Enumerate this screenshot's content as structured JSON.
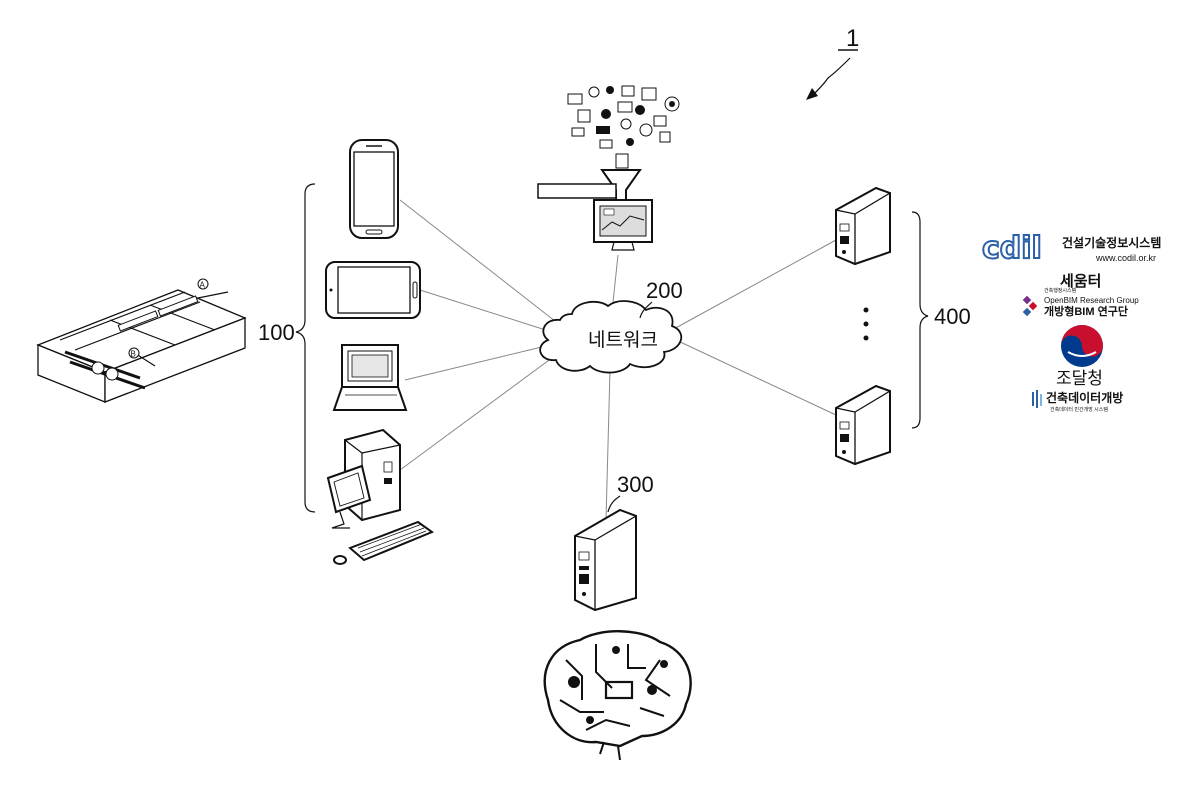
{
  "figure_number": "1",
  "labels": {
    "terminals": "100",
    "network_ref": "200",
    "network_text": "네트워크",
    "server": "300",
    "ext_servers": "400",
    "marker_a": "A",
    "marker_b": "B"
  },
  "logos": {
    "cdil_name": "건설기술정보시스템",
    "cdil_url": "www.codil.or.kr",
    "cdil_mark": "cdil",
    "seumter": "세움터",
    "seumter_sub": "건축행정시스템",
    "openbim_en": "OpenBIM Research Group",
    "openbim_ko": "개방형BIM 연구단",
    "pps": "조달청",
    "archdata": "건축데이터개방",
    "archdata_sub": "건축데이터 민간개방 시스템"
  },
  "colors": {
    "line": "#888888",
    "ink": "#111111",
    "cdil_blue": "#2b5fa8",
    "pps_red": "#c8102e",
    "pps_blue": "#003a8c"
  }
}
